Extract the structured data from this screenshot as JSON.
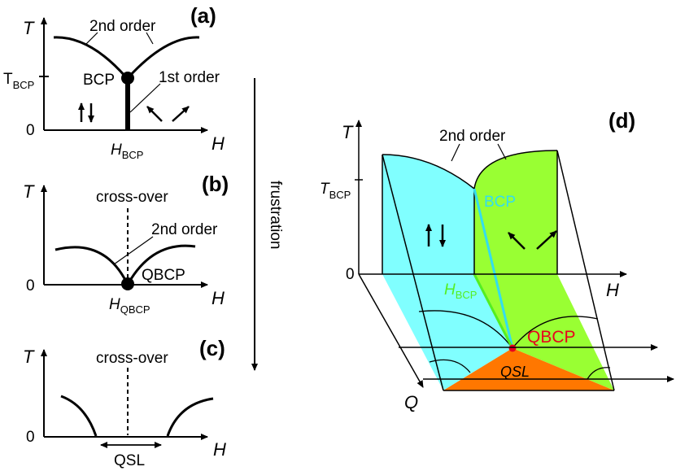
{
  "colors": {
    "cyan": "#80ffff",
    "green": "#99ff33",
    "orange": "#ff7700",
    "red": "#e8001e",
    "bcp_line": "#33ddee",
    "hbcp_green": "#55ee22"
  },
  "panel_a": {
    "label": "(a)",
    "t_axis": "T",
    "h_axis": "H",
    "zero": "0",
    "tbcp_main": "T",
    "tbcp_sub": "BCP",
    "hbcp_main": "H",
    "hbcp_sub": "BCP",
    "second_order": "2nd order",
    "bcp": "BCP",
    "first_order": "1st order"
  },
  "panel_b": {
    "label": "(b)",
    "t_axis": "T",
    "h_axis": "H",
    "zero": "0",
    "crossover": "cross-over",
    "second_order": "2nd order",
    "qbcp": "QBCP",
    "hqbcp_main": "H",
    "hqbcp_sub": "QBCP"
  },
  "panel_c": {
    "label": "(c)",
    "t_axis": "T",
    "h_axis": "H",
    "zero": "0",
    "crossover": "cross-over",
    "qsl": "QSL"
  },
  "arrow": {
    "frustration": "frustration"
  },
  "panel_d": {
    "label": "(d)",
    "t_axis": "T",
    "h_axis": "H",
    "q_axis": "Q",
    "zero": "0",
    "tbcp_main": "T",
    "tbcp_sub": "BCP",
    "second_order": "2nd order",
    "bcp": "BCP",
    "hbcp_main": "H",
    "hbcp_sub": "BCP",
    "qbcp": "QBCP",
    "qsl": "QSL"
  }
}
